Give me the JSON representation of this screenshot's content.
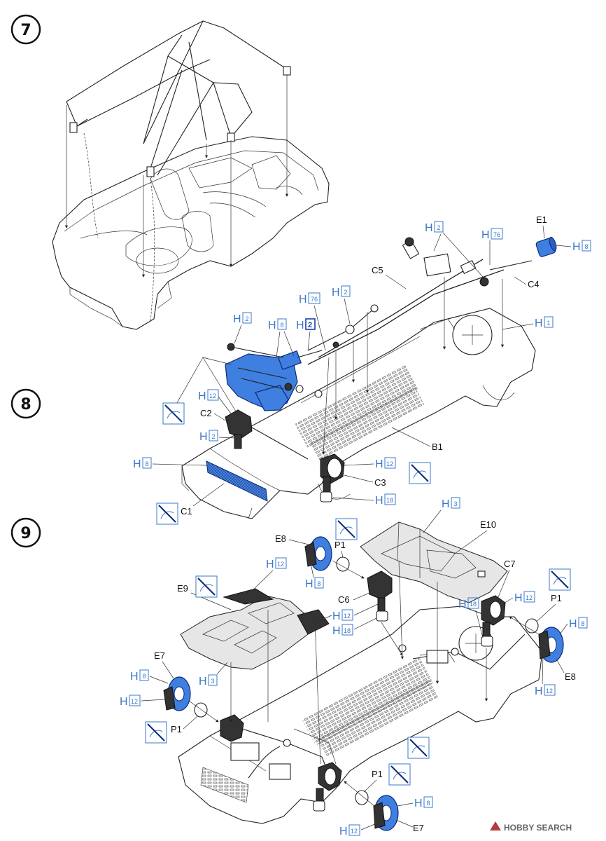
{
  "steps": [
    "7",
    "8",
    "9"
  ],
  "step8_labels": {
    "e1": "E1",
    "c4": "C4",
    "c5": "C5",
    "c2": "C2",
    "c1": "C1",
    "c3": "C3",
    "b1": "B1",
    "h2_a": "H",
    "h2_a_n": "2",
    "h76_a": "H",
    "h76_a_n": "76",
    "h8_e1": "H",
    "h8_e1_n": "8",
    "h1": "H",
    "h1_n": "1",
    "h2_b": "H",
    "h2_b_n": "2",
    "h76_b": "H",
    "h76_b_n": "76",
    "h2_c": "H",
    "h2_c_n": "2",
    "h8_top": "H",
    "h8_top_n": "8",
    "h2_blue": "H",
    "h2_blue_n": "2",
    "h12_c2": "H",
    "h12_c2_n": "12",
    "h2_c2": "H",
    "h2_c2_n": "2",
    "h8_c1": "H",
    "h8_c1_n": "8",
    "h12_c3": "H",
    "h12_c3_n": "12",
    "h18_c3": "H",
    "h18_c3_n": "18"
  },
  "step9_labels": {
    "e8_l": "E8",
    "p1_l": "P1",
    "c6": "C6",
    "e10": "E10",
    "c7": "C7",
    "p1_r": "P1",
    "e8_r": "E8",
    "e9": "E9",
    "e7_l": "E7",
    "p1_bl": "P1",
    "p1_br": "P1",
    "e7_r": "E7",
    "h3_top": "H",
    "h3_top_n": "3",
    "h8_e8l": "H",
    "h8_e8l_n": "8",
    "h12_e9": "H",
    "h12_e9_n": "12",
    "h12_c6": "H",
    "h12_c6_n": "12",
    "h18_c6": "H",
    "h18_c6_n": "18",
    "h18_c7": "H",
    "h18_c7_n": "18",
    "h12_c7": "H",
    "h12_c7_n": "12",
    "h8_e8r": "H",
    "h8_e8r_n": "8",
    "h12_e8r": "H",
    "h12_e8r_n": "12",
    "h3_e9": "H",
    "h3_e9_n": "3",
    "h8_e7l": "H",
    "h8_e7l_n": "8",
    "h12_e7l": "H",
    "h12_e7l_n": "12",
    "h8_e7r": "H",
    "h8_e7r_n": "8",
    "h12_e7r": "H",
    "h12_e7r_n": "12"
  },
  "watermark": "HOBBY SEARCH",
  "colors": {
    "paint": "#3a78c9",
    "blue_part": "#3f7fe0",
    "mesh": "#4a8ae6",
    "line": "#222222"
  }
}
